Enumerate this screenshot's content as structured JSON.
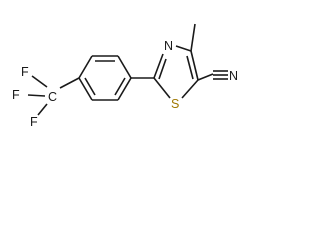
{
  "colors": {
    "bond": "#1a1a1a",
    "carbon_hetero_text": "#1a1a1a",
    "sulfur": "#a07800",
    "background": "#ffffff"
  },
  "atoms": {
    "methyl": "",
    "n": "N",
    "s": "S",
    "nitrile_n": "N",
    "cf3_c": "C",
    "f_top": "F",
    "f_left": "F",
    "f_bottom": "F"
  }
}
